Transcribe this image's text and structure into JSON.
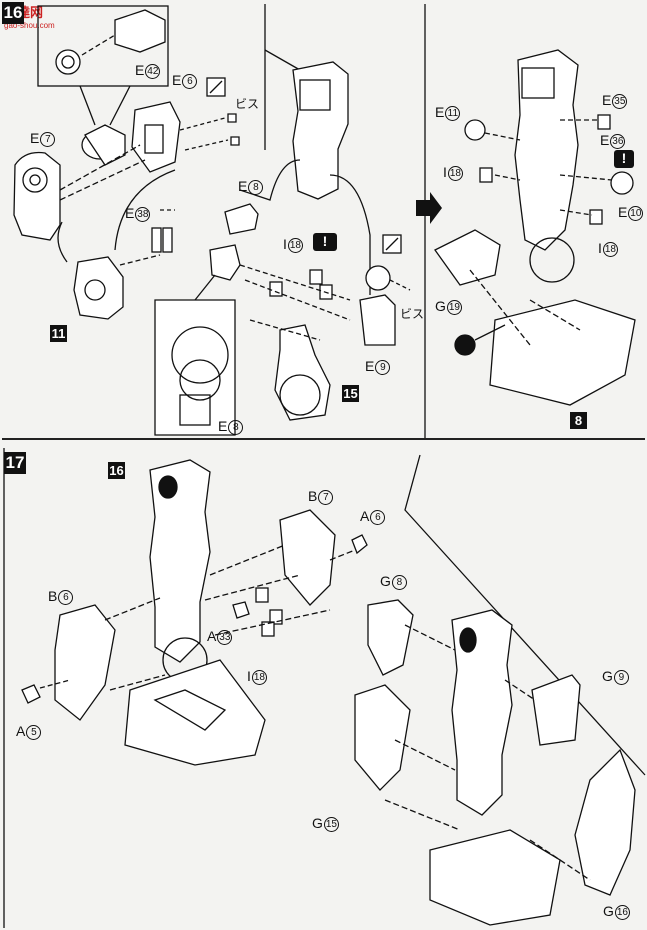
{
  "watermark": {
    "brand": "高達网",
    "url": "gao-shou.com"
  },
  "step16": {
    "step_number": "16",
    "labels": {
      "e42": "E",
      "e42_sub": "42",
      "e6": "E",
      "e6_sub": "6",
      "e7": "E",
      "e7_sub": "7",
      "screw_top": "ビス",
      "e38": "E",
      "e38_sub": "38",
      "ref11": "11",
      "e8_top": "E",
      "e8_top_sub": "8",
      "i18_mid": "I",
      "i18_mid_sub": "18",
      "warn_mid": "!",
      "screw_mid": "ビス",
      "e9": "E",
      "e9_sub": "9",
      "ref15": "15",
      "e8_bottom": "E",
      "e8_bottom_sub": "8",
      "e11": "E",
      "e11_sub": "11",
      "e35": "E",
      "e35_sub": "35",
      "e36": "E",
      "e36_sub": "36",
      "warn_right": "!",
      "i18_right_a": "I",
      "i18_right_a_sub": "18",
      "e10": "E",
      "e10_sub": "10",
      "i18_right_b": "I",
      "i18_right_b_sub": "18",
      "g19": "G",
      "g19_sub": "19",
      "ref8": "8"
    }
  },
  "step17": {
    "step_number": "17",
    "labels": {
      "ref16": "16",
      "b7": "B",
      "b7_sub": "7",
      "a6": "A",
      "a6_sub": "6",
      "b6": "B",
      "b6_sub": "6",
      "a33": "A",
      "a33_sub": "33",
      "i18": "I",
      "i18_sub": "18",
      "a5": "A",
      "a5_sub": "5",
      "g8": "G",
      "g8_sub": "8",
      "g9": "G",
      "g9_sub": "9",
      "g15": "G",
      "g15_sub": "15",
      "g16": "G",
      "g16_sub": "16"
    }
  }
}
